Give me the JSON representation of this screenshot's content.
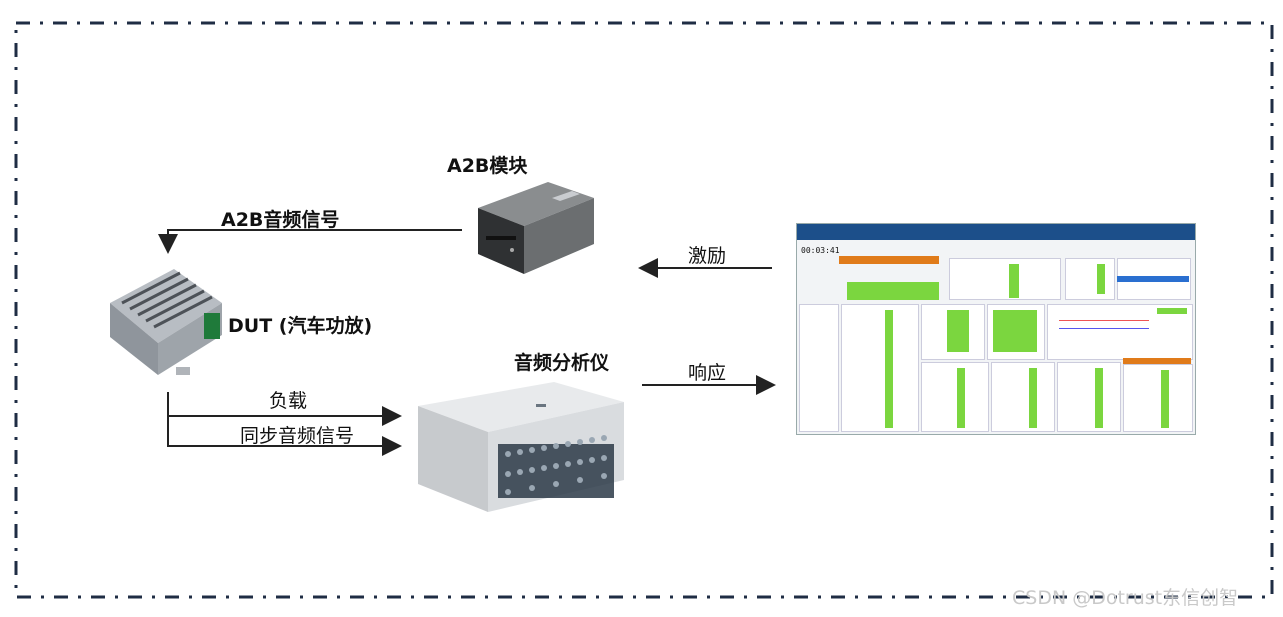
{
  "labels": {
    "a2b_module": "A2B模块",
    "a2b_audio_signal": "A2B音频信号",
    "dut": "DUT (汽车功放)",
    "audio_analyzer": "音频分析仪",
    "load": "负载",
    "sync_audio_signal": "同步音频信号",
    "excitation": "激励",
    "response": "响应"
  },
  "software": {
    "timer": "00:03:41"
  },
  "watermark": "CSDN @Dotrust东信创智"
}
